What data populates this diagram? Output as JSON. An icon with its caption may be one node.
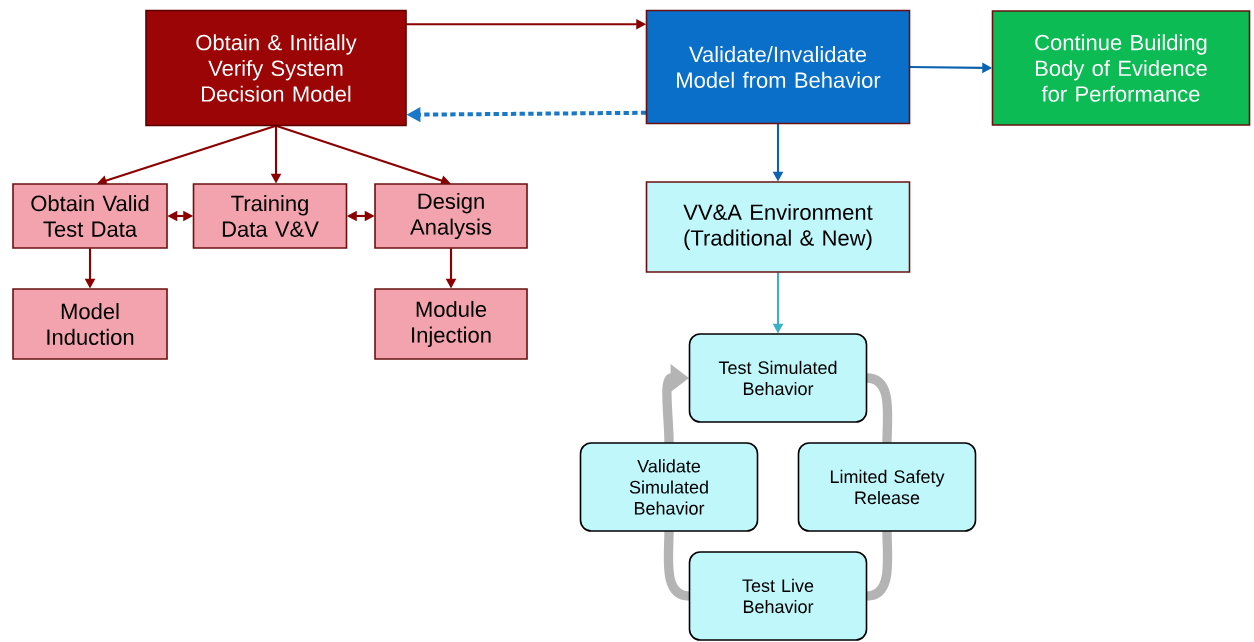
{
  "diagram": {
    "nodes": [
      {
        "text": [
          "Obtain & Initially Verify System Decision Model"
        ]
      },
      {
        "text": [
          "Validate/Invalidate Model from Behavior"
        ]
      },
      {
        "text": [
          "Continue Building Body of Evidence for Performance"
        ]
      },
      {
        "text": [
          "Obtain Valid Test Data"
        ]
      },
      {
        "text": [
          "Training Data V&V"
        ]
      },
      {
        "text": [
          "Design Analysis"
        ]
      },
      {
        "text": [
          "Model Induction"
        ]
      },
      {
        "text": [
          "Module Injection"
        ]
      },
      {
        "text": [
          "VV&A Environment (Traditional & New)"
        ]
      },
      {
        "text": [
          "Test Simulated Behavior"
        ]
      },
      {
        "text": [
          "Limited Safety Release"
        ]
      },
      {
        "text": [
          "Test Live Behavior"
        ]
      },
      {
        "text": [
          "Validate Simulated Behavior"
        ]
      }
    ],
    "edges": [
      {
        "from": 0,
        "to": 1,
        "arrow": "to"
      },
      {
        "from": 1,
        "to": 0,
        "arrow": "to",
        "style": "dashed",
        "color": "#1a78c8"
      },
      {
        "from": 1,
        "to": 2,
        "arrow": "to",
        "color": "#0b63b0"
      },
      {
        "from": 1,
        "to": 8,
        "arrow": "to",
        "color": "#0b63b0"
      },
      {
        "from": 0,
        "to": 3,
        "arrow": "to"
      },
      {
        "from": 0,
        "to": 4,
        "arrow": "to"
      },
      {
        "from": 0,
        "to": 5,
        "arrow": "to"
      },
      {
        "from": 3,
        "to": 4,
        "arrow": "both"
      },
      {
        "from": 4,
        "to": 5,
        "arrow": "both"
      },
      {
        "from": 3,
        "to": 6,
        "arrow": "to"
      },
      {
        "from": 5,
        "to": 7,
        "arrow": "to"
      },
      {
        "from": 8,
        "to": 9,
        "arrow": "to",
        "color": "#3bb0c8"
      },
      {
        "from": 9,
        "to": 10,
        "arrow": "none",
        "style": "thick",
        "color": "#b4b4b4"
      },
      {
        "from": 10,
        "to": 11,
        "arrow": "none",
        "style": "thick",
        "color": "#b4b4b4"
      },
      {
        "from": 11,
        "to": 12,
        "arrow": "none",
        "style": "thick",
        "color": "#b4b4b4"
      },
      {
        "from": 12,
        "to": 9,
        "arrow": "to",
        "style": "thick",
        "color": "#b4b4b4"
      }
    ]
  }
}
